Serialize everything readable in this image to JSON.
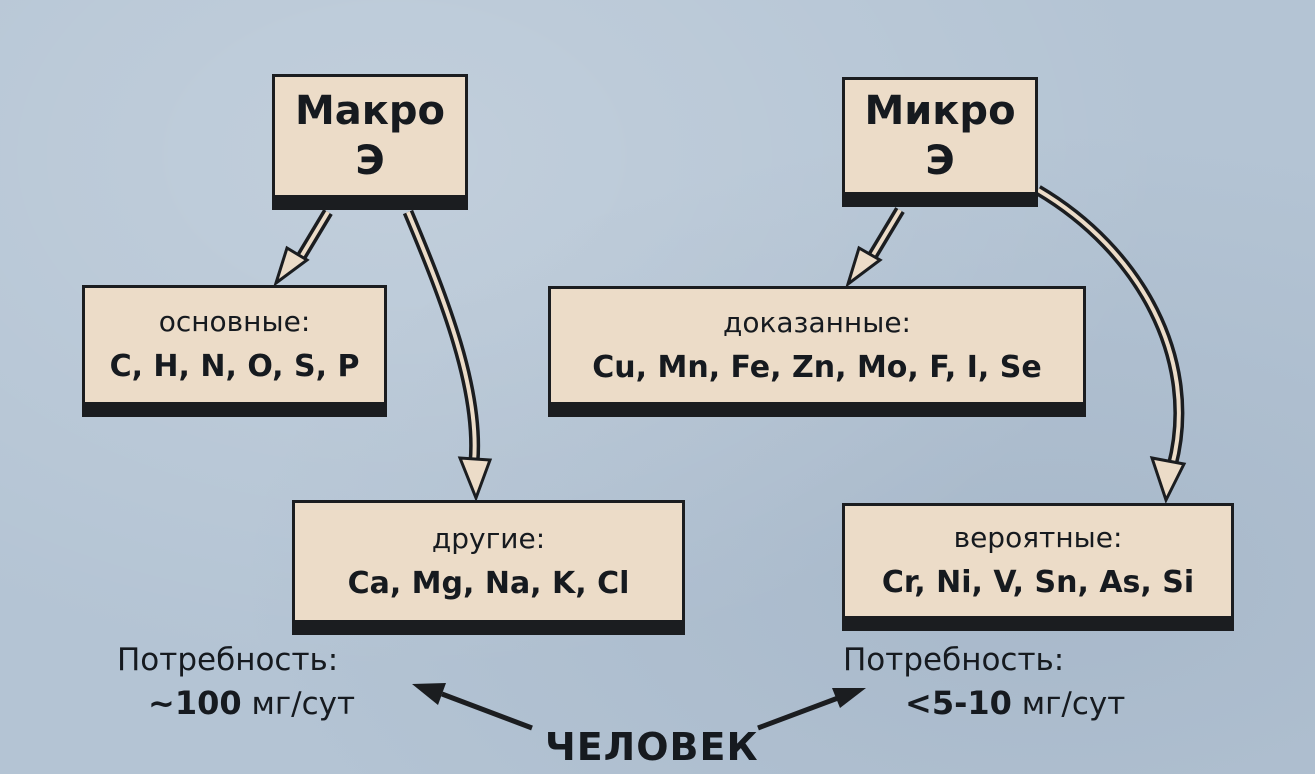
{
  "macro": {
    "header_line1": "Макро",
    "header_line2": "Э",
    "basic": {
      "label": "основные:",
      "elements": "C, H, N, O, S, P"
    },
    "other": {
      "label": "другие:",
      "elements": "Ca, Mg, Na, K, Cl"
    },
    "need_label": "Потребность:",
    "need_prefix": "~",
    "need_amount": "100",
    "need_unit": "мг/сут"
  },
  "micro": {
    "header_line1": "Микро",
    "header_line2": "Э",
    "proven": {
      "label": "доказанные:",
      "elements": "Cu, Mn, Fe, Zn, Mo, F, I, Se"
    },
    "probable": {
      "label": "вероятные:",
      "elements": "Cr, Ni, V, Sn, As, Si"
    },
    "need_label": "Потребность:",
    "need_prefix": "<",
    "need_amount": "5-10",
    "need_unit": "мг/сут"
  },
  "human": "ЧЕЛОВЕК",
  "colors": {
    "background": "#b4c4d4",
    "box_fill": "#ecdcc8",
    "ink": "#1b1d20"
  }
}
